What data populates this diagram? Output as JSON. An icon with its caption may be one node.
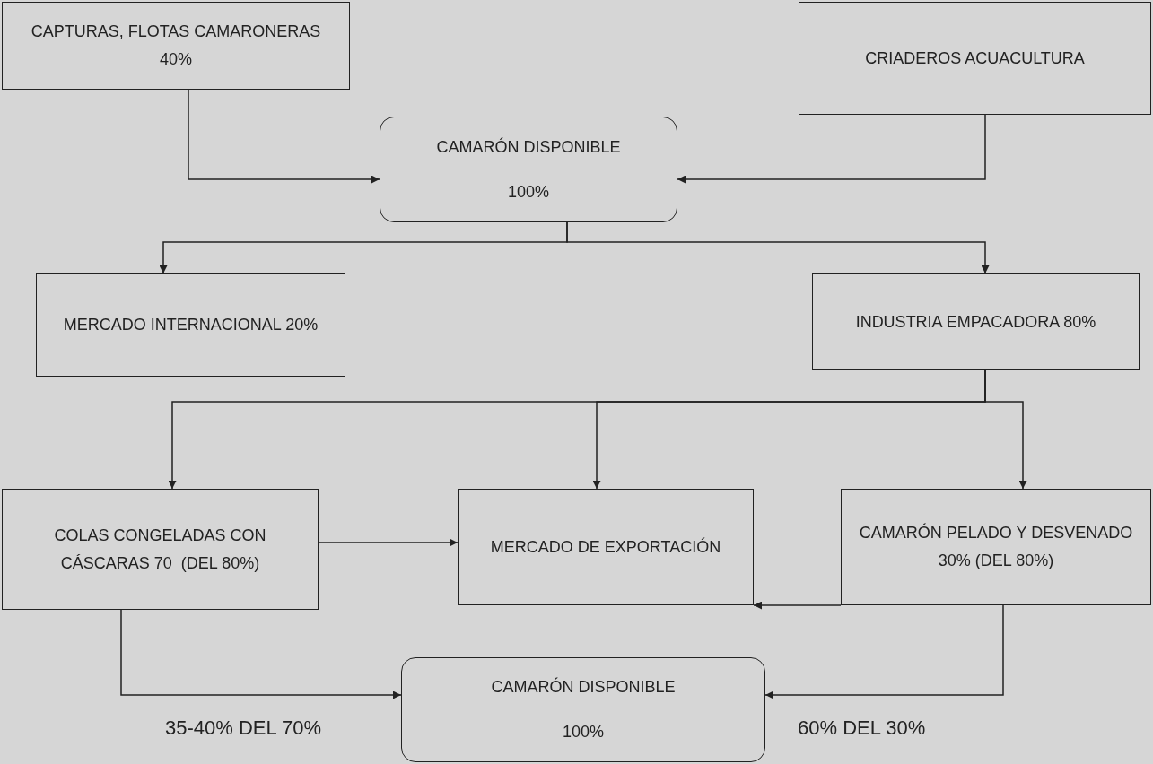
{
  "diagram": {
    "nodes": [
      {
        "text": [
          "CAPTURAS, FLOTAS CAMARONERAS 40%"
        ]
      },
      {
        "text": [
          "CRIADEROS ACUACULTURA"
        ]
      },
      {
        "text": [
          "CAMARÓN DISPONIBLE",
          "100%"
        ]
      },
      {
        "text": [
          "MERCADO INTERNACIONAL 20%"
        ]
      },
      {
        "text": [
          "INDUSTRIA EMPACADORA 80%"
        ]
      },
      {
        "text": [
          "COLAS CONGELADAS CON CÁSCARAS 70  (DEL 80%)"
        ]
      },
      {
        "text": [
          "MERCADO DE EXPORTACIÓN"
        ]
      },
      {
        "text": [
          "CAMARÓN PELADO Y DESVENADO 30% (DEL 80%)"
        ]
      },
      {
        "text": [
          "CAMARÓN DISPONIBLE",
          "100%"
        ]
      }
    ],
    "edges": [
      {
        "from": 0,
        "to": 2,
        "arrow": "to"
      },
      {
        "from": 1,
        "to": 2,
        "arrow": "to"
      },
      {
        "from": 2,
        "to": 3,
        "arrow": "to"
      },
      {
        "from": 2,
        "to": 4,
        "arrow": "to"
      },
      {
        "from": 4,
        "to": 5,
        "arrow": "to"
      },
      {
        "from": 4,
        "to": 6,
        "arrow": "to"
      },
      {
        "from": 4,
        "to": 7,
        "arrow": "to"
      },
      {
        "from": 5,
        "to": 6,
        "arrow": "to"
      },
      {
        "from": 7,
        "to": 6,
        "arrow": "to"
      },
      {
        "from": 5,
        "to": 8,
        "arrow": "to",
        "label": "35-40% DEL 70%"
      },
      {
        "from": 7,
        "to": 8,
        "arrow": "to",
        "label": "60% DEL 30%"
      }
    ]
  }
}
